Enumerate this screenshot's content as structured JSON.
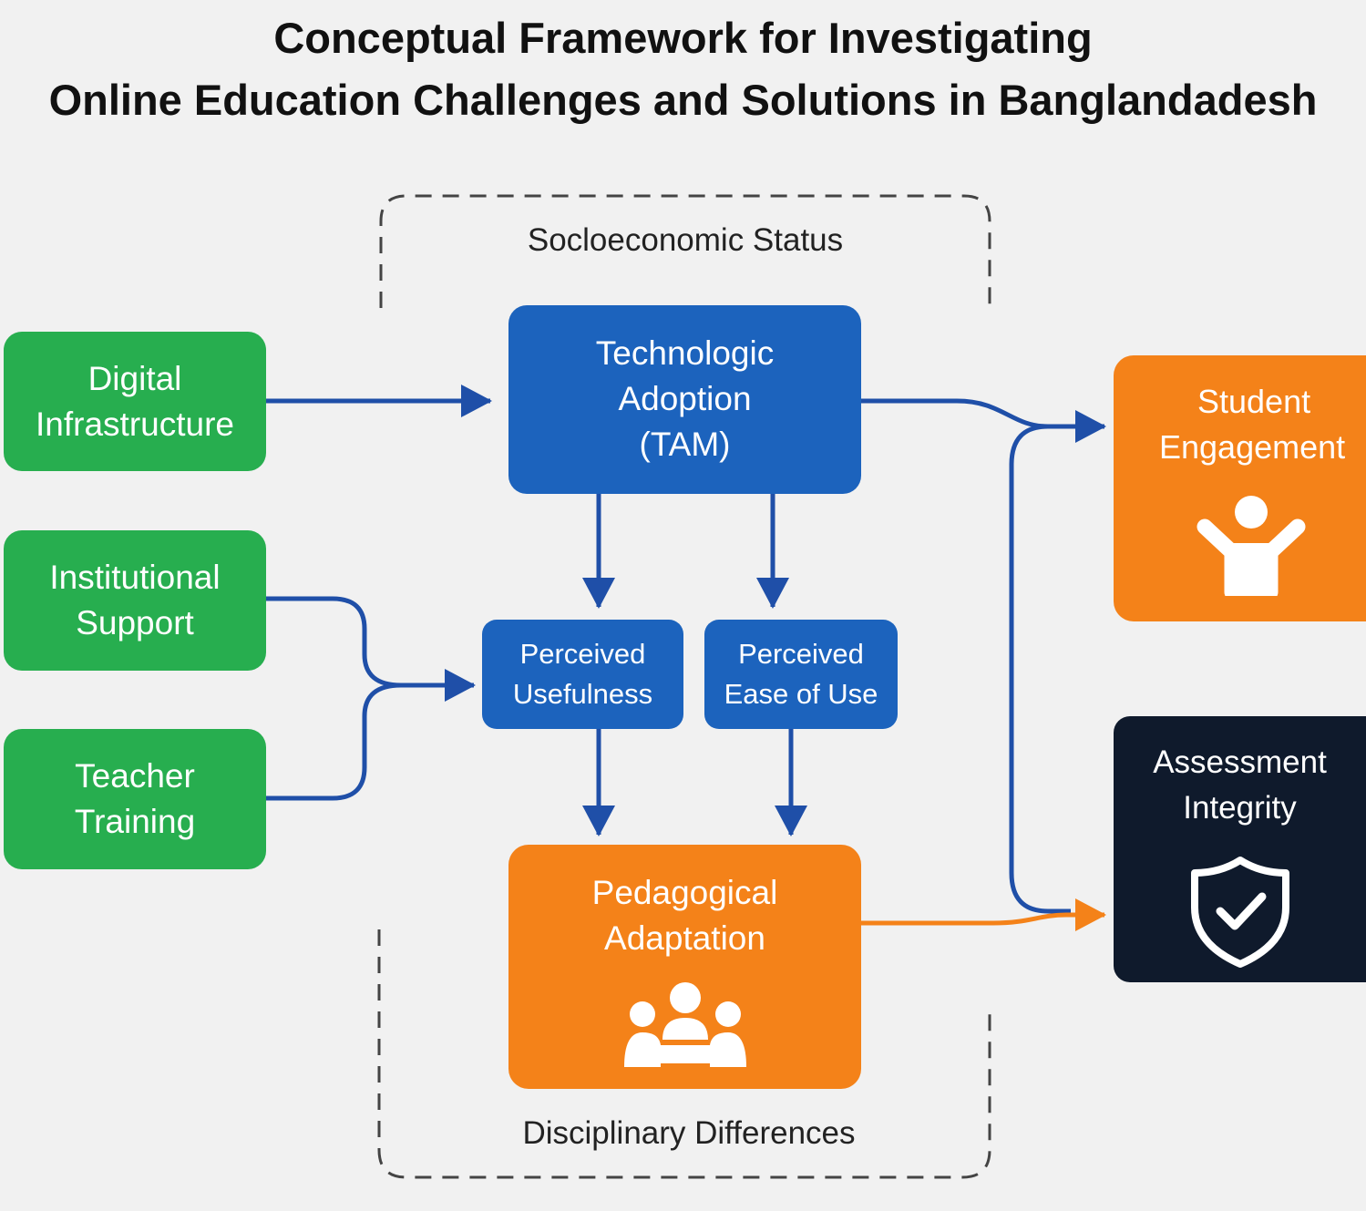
{
  "title": {
    "line1": "Conceptual Framework for Investigating",
    "line2": "Online Education Challenges and Solutions in Banglandadesh"
  },
  "context": {
    "top_label": "Socloeconomic Status",
    "bottom_label": "Disciplinary Differences"
  },
  "nodes": {
    "digital_infrastructure": [
      "Digital",
      "Infrastructure"
    ],
    "institutional_support": [
      "Institutional",
      "Support"
    ],
    "teacher_training": [
      "Teacher",
      "Training"
    ],
    "technologic_adoption": [
      "Technologic",
      "Adoption",
      "(TAM)"
    ],
    "perceived_usefulness": [
      "Perceived",
      "Usefulness"
    ],
    "perceived_ease_of_use": [
      "Perceived",
      "Ease of Use"
    ],
    "pedagogical_adaptation": [
      "Pedagogical",
      "Adaptation"
    ],
    "student_engagement": [
      "Student",
      "Engagement"
    ],
    "assessment_integrity": [
      "Assessment",
      "Integrity"
    ]
  },
  "icons": {
    "student_engagement": "person-arms-raised-icon",
    "pedagogical_adaptation": "group-meeting-icon",
    "assessment_integrity": "shield-check-icon"
  },
  "colors": {
    "input_green": "#27ae4f",
    "tam_blue": "#1c63bd",
    "outcome_orange": "#f48219",
    "integrity_navy": "#0f1a2c",
    "connector_blue": "#1f4fa8",
    "connector_orange": "#f48219"
  }
}
